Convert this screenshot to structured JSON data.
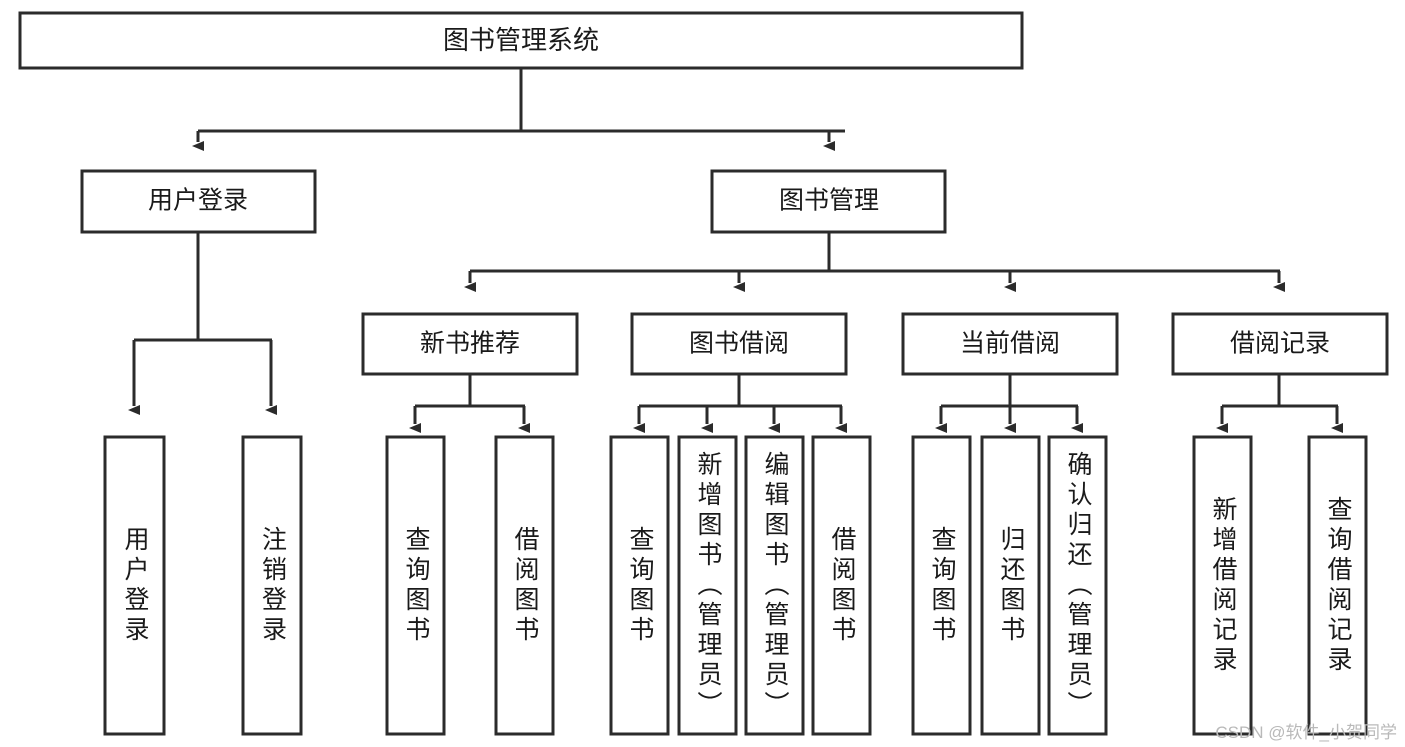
{
  "diagram": {
    "type": "tree-hierarchy",
    "title": "图书管理系统",
    "levels": [
      {
        "level": 1,
        "nodes": [
          {
            "id": "root",
            "label": "图书管理系统",
            "orientation": "horizontal"
          }
        ]
      },
      {
        "level": 2,
        "nodes": [
          {
            "id": "login",
            "label": "用户登录",
            "orientation": "horizontal",
            "parent": "root"
          },
          {
            "id": "bookmgmt",
            "label": "图书管理",
            "orientation": "horizontal",
            "parent": "root"
          }
        ]
      },
      {
        "level": 3,
        "nodes": [
          {
            "id": "newbook",
            "label": "新书推荐",
            "orientation": "horizontal",
            "parent": "bookmgmt"
          },
          {
            "id": "borrow",
            "label": "图书借阅",
            "orientation": "horizontal",
            "parent": "bookmgmt"
          },
          {
            "id": "current",
            "label": "当前借阅",
            "orientation": "horizontal",
            "parent": "bookmgmt"
          },
          {
            "id": "records",
            "label": "借阅记录",
            "orientation": "horizontal",
            "parent": "bookmgmt"
          }
        ]
      },
      {
        "level": 4,
        "nodes": [
          {
            "id": "leaf1",
            "label": "用户登录",
            "orientation": "vertical",
            "parent": "login"
          },
          {
            "id": "leaf2",
            "label": "注销登录",
            "orientation": "vertical",
            "parent": "login"
          },
          {
            "id": "leaf3",
            "label": "查询图书",
            "orientation": "vertical",
            "parent": "newbook"
          },
          {
            "id": "leaf4",
            "label": "借阅图书",
            "orientation": "vertical",
            "parent": "newbook"
          },
          {
            "id": "leaf5",
            "label": "查询图书",
            "orientation": "vertical",
            "parent": "borrow"
          },
          {
            "id": "leaf6",
            "label": "新增图书（管理员）",
            "orientation": "vertical",
            "parent": "borrow"
          },
          {
            "id": "leaf7",
            "label": "编辑图书（管理员）",
            "orientation": "vertical",
            "parent": "borrow"
          },
          {
            "id": "leaf8",
            "label": "借阅图书",
            "orientation": "vertical",
            "parent": "borrow"
          },
          {
            "id": "leaf9",
            "label": "查询图书",
            "orientation": "vertical",
            "parent": "current"
          },
          {
            "id": "leaf10",
            "label": "归还图书",
            "orientation": "vertical",
            "parent": "current"
          },
          {
            "id": "leaf11",
            "label": "确认归还（管理员）",
            "orientation": "vertical",
            "parent": "current"
          },
          {
            "id": "leaf12",
            "label": "新增借阅记录",
            "orientation": "vertical",
            "parent": "records"
          },
          {
            "id": "leaf13",
            "label": "查询借阅记录",
            "orientation": "vertical",
            "parent": "records"
          }
        ]
      }
    ],
    "colors": {
      "box_stroke": "#2b2b2b",
      "box_fill": "#ffffff",
      "connector": "#2b2b2b",
      "text": "#1a1a1a",
      "background": "#ffffff",
      "watermark": "#b9b9b9"
    }
  },
  "watermark": {
    "text": "CSDN @软件_小贺同学"
  }
}
